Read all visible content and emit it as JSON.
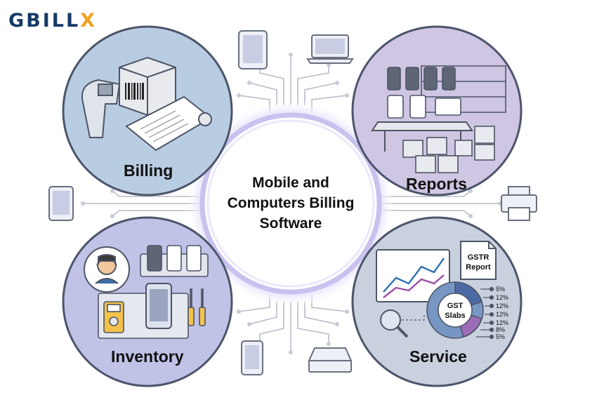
{
  "logo": {
    "prefix": "GBILL",
    "suffix": "X"
  },
  "center": {
    "line1": "Mobile and",
    "line2": "Computers Billing",
    "line3": "Software"
  },
  "quadrants": {
    "billing": "Billing",
    "reports": "Reports",
    "inventory": "Inventory",
    "service": "Service"
  },
  "service_visual": {
    "report_line1": "GSTR",
    "report_line2": "Report",
    "slabs_line1": "GST",
    "slabs_line2": "Slabs",
    "slab_values": [
      "5%",
      "12%",
      "12%",
      "12%",
      "12%",
      "8%",
      "5%"
    ]
  },
  "colors": {
    "navy": "#163a66",
    "orange": "#f0a321",
    "billing_bg": "#b9cde2",
    "reports_bg": "#cfc6e3",
    "inventory_bg": "#c0c2e6",
    "service_bg": "#c9d1df",
    "center_ring": "#c9c2ee"
  }
}
